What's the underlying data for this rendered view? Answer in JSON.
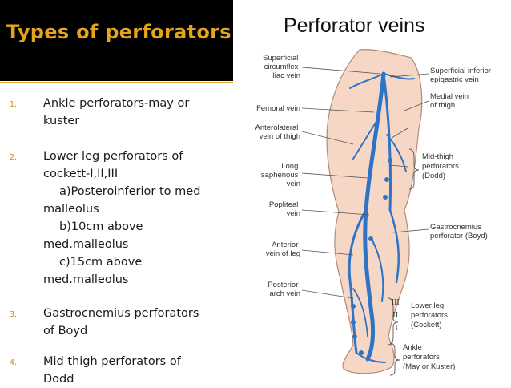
{
  "slide": {
    "title": "Types of perforators",
    "colors": {
      "title_bg": "#000000",
      "title_text": "#e5a41a",
      "accent": "#e2a62a",
      "vein": "#2f73c6",
      "leg": "#f6d6c4"
    }
  },
  "list": [
    {
      "number": "1.",
      "lines": [
        "Ankle perforators-may or",
        "kuster"
      ]
    },
    {
      "number": "2.",
      "lines": [
        "Lower leg perforators of",
        "cockett-I,II,III",
        "a)Posteroinferior to  med",
        "malleolus",
        "b)10cm above",
        "med.malleolus",
        "c)15cm above",
        "med.malleolus"
      ]
    },
    {
      "number": "3.",
      "lines": [
        "Gastrocnemius perforators",
        "of Boyd"
      ]
    },
    {
      "number": "4.",
      "lines": [
        "Mid thigh perforators of",
        "Dodd"
      ]
    }
  ],
  "figure": {
    "title": "Perforator veins",
    "labels_left": {
      "superficial_circumflex": [
        "Superficial",
        "circumflex",
        "iliac vein"
      ],
      "femoral": [
        "Femoral vein"
      ],
      "anterolateral": [
        "Anterolateral",
        "vein of thigh"
      ],
      "long_saphenous": [
        "Long",
        "saphenous",
        "vein"
      ],
      "popliteal": [
        "Popliteal",
        "vein"
      ],
      "anterior_leg": [
        "Anterior",
        "vein of leg"
      ],
      "posterior_arch": [
        "Posterior",
        "arch vein"
      ]
    },
    "labels_right": {
      "superficial_inferior": [
        "Superficial inferior",
        "epigastric vein"
      ],
      "medial_thigh": [
        "Medial vein",
        "of thigh"
      ],
      "mid_thigh": [
        "Mid-thigh",
        "perforators",
        "(Dodd)"
      ],
      "gastrocnemius": [
        "Gastrocnemius",
        "perforator (Boyd)"
      ],
      "lower_leg": [
        "Lower leg",
        "perforators",
        "(Cockett)"
      ],
      "ankle": [
        "Ankle",
        "perforators",
        "(May or Kuster)"
      ]
    },
    "roman": [
      "III",
      "II",
      "I"
    ]
  }
}
